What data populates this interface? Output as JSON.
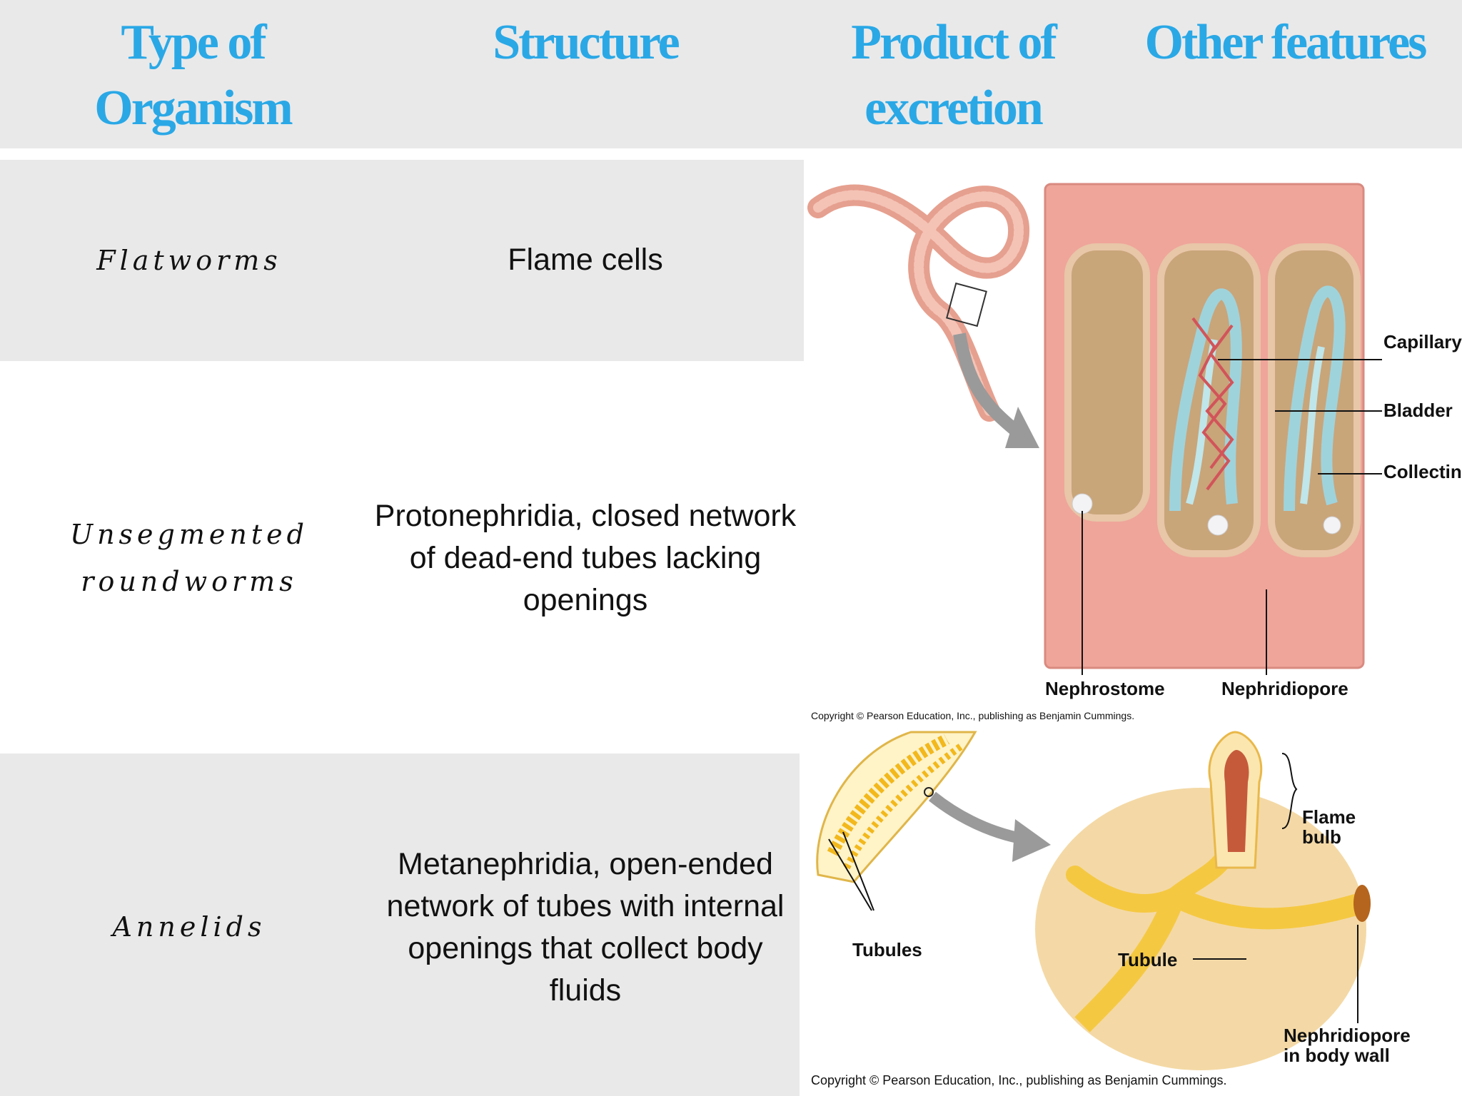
{
  "header": {
    "col1": "Type of Organism",
    "col2": "Structure",
    "col3": "Product of excretion",
    "col4": "Other features"
  },
  "rows": [
    {
      "organism": "Flatworms",
      "structure": "Flame cells"
    },
    {
      "organism": "Unsegmented roundworms",
      "structure": "Protonephridia, closed network of dead-end tubes lacking openings"
    },
    {
      "organism": "Annelids",
      "structure": "Metanephridia, open-ended network of tubes with internal openings that collect body fluids"
    }
  ],
  "figure_top": {
    "labels": {
      "capillary": "Capillary network",
      "bladder": "Bladder",
      "collecting": "Collecting tubule",
      "nephrostome": "Nephrostome",
      "nephridiopore": "Nephridiopore"
    },
    "copyright": "Copyright © Pearson Education, Inc., publishing as Benjamin Cummings."
  },
  "figure_bottom": {
    "labels": {
      "flame_bulb": "Flame bulb",
      "tubules": "Tubules",
      "tubule": "Tubule",
      "nephridiopore_wall": "Nephridiopore in body wall"
    },
    "copyright": "Copyright © Pearson Education, Inc., publishing as Benjamin Cummings."
  },
  "colors": {
    "header_bg": "#e9e9ea",
    "header_text": "#2aa8e6",
    "row_gray": "#e9e9ea"
  }
}
